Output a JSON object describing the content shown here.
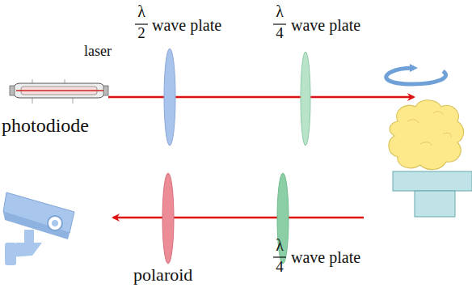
{
  "diagram": {
    "labels": [
      "λ",
      "2",
      "wave plate",
      "λ",
      "4",
      "wave plate",
      "laser",
      "photodiode",
      "polaroid",
      "λ",
      "4",
      "wave plate"
    ]
  }
}
